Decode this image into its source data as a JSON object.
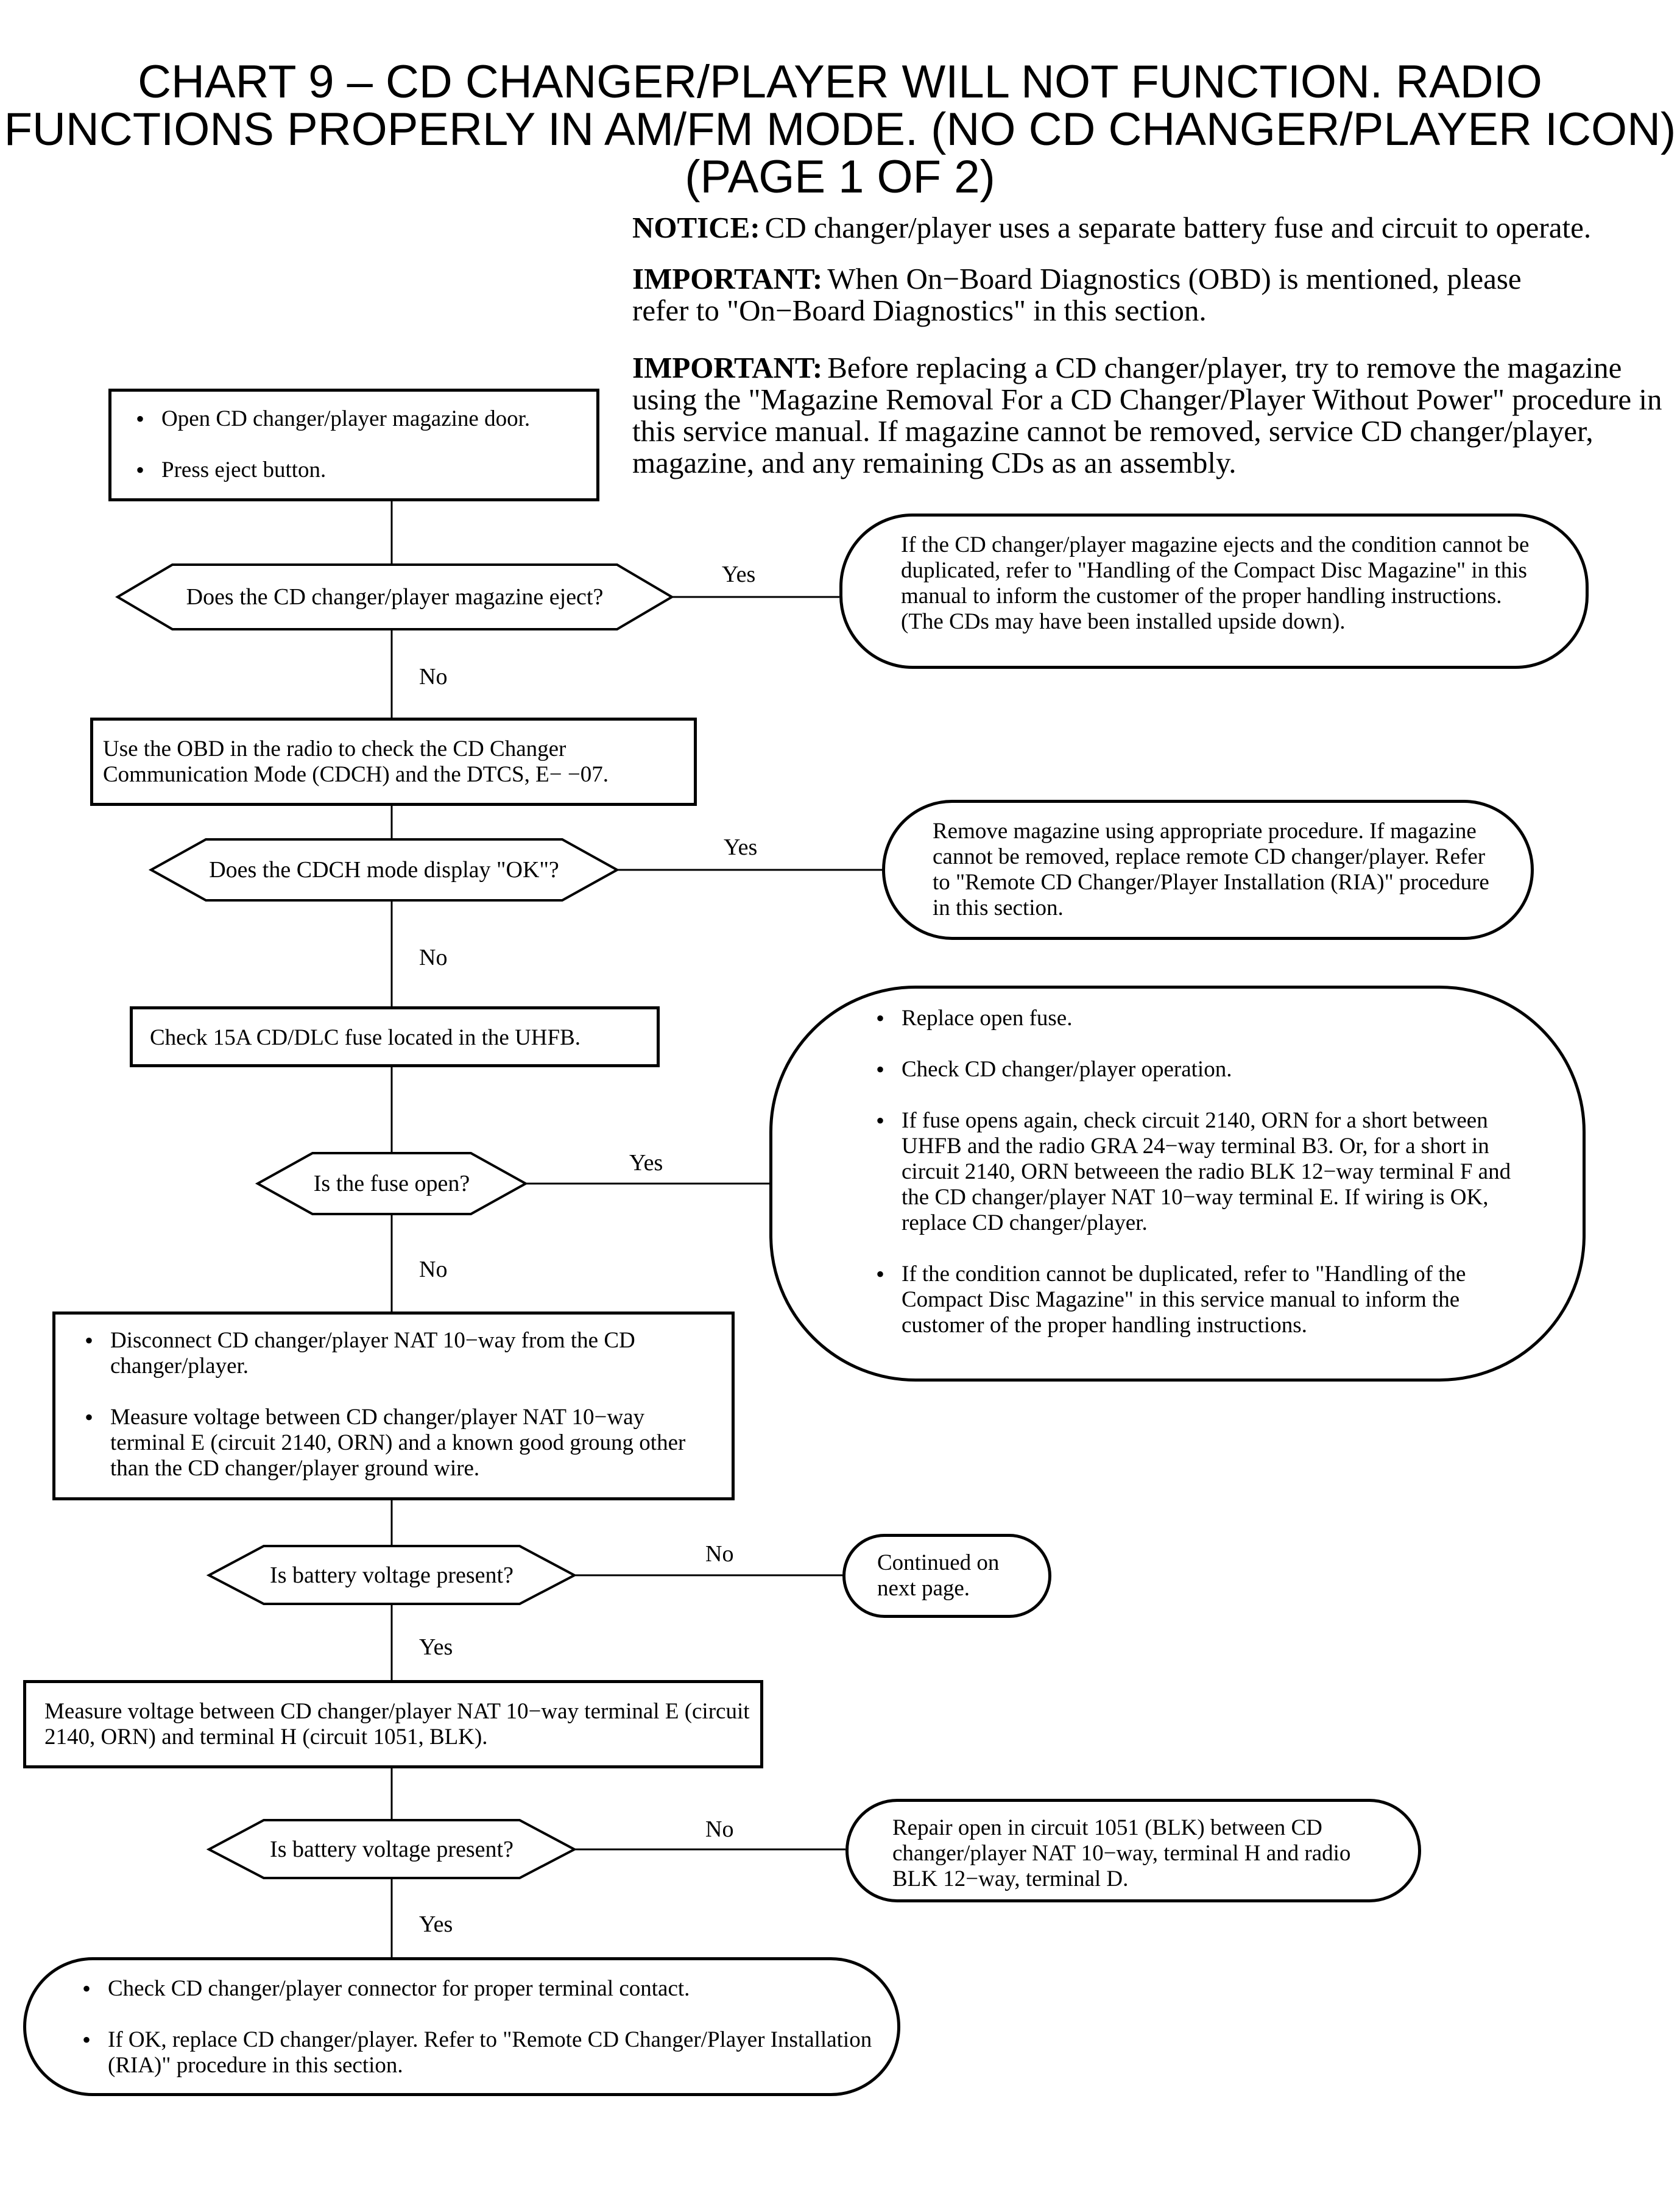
{
  "title": {
    "line1": "CHART 9 – CD CHANGER/PLAYER WILL NOT FUNCTION. RADIO",
    "line2": "FUNCTIONS PROPERLY IN AM/FM MODE. (NO CD CHANGER/PLAYER ICON)",
    "line3": "(PAGE 1 OF 2)"
  },
  "notices": [
    {
      "label": "NOTICE:",
      "text": "CD changer/player uses a separate battery fuse and circuit to operate."
    },
    {
      "label": "IMPORTANT:",
      "text": "When On−Board Diagnostics (OBD) is mentioned, please refer to \"On−Board Diagnostics\" in this section."
    },
    {
      "label": "IMPORTANT:",
      "text": "Before replacing a CD changer/player, try to remove the magazine using the \"Magazine Removal For a CD Changer/Player Without Power\" procedure in this service manual. If magazine cannot be removed, service CD changer/player, magazine, and any remaining CDs as an assembly."
    }
  ],
  "steps": {
    "s1": {
      "bullets": [
        "Open CD changer/player magazine door.",
        "Press eject button."
      ]
    },
    "q1": {
      "text": "Does the CD changer/player magazine eject?"
    },
    "r1": {
      "text": "If the CD changer/player magazine ejects and the condition cannot be duplicated, refer to \"Handling of the Compact Disc Magazine\" in this manual to inform the customer of the proper handling instructions. (The CDs may have been installed upside down)."
    },
    "s2": {
      "text": "Use the OBD in the radio to check the CD Changer Communication Mode (CDCH) and the DTCS, E− −07."
    },
    "q2": {
      "text": "Does the CDCH mode display \"OK\"?"
    },
    "r2": {
      "text": "Remove magazine using appropriate procedure. If magazine cannot be removed, replace remote CD changer/player. Refer to \"Remote CD Changer/Player Installation (RIA)\" procedure in this section."
    },
    "s3": {
      "text": "Check 15A CD/DLC fuse located in the UHFB."
    },
    "q3": {
      "text": "Is the fuse open?"
    },
    "r3": {
      "bullets": [
        "Replace open fuse.",
        "Check CD changer/player operation.",
        "If fuse opens again, check circuit 2140, ORN for a short between UHFB and the radio GRA 24−way terminal B3. Or, for a short in circuit 2140, ORN betweeen the radio BLK 12−way terminal F and the CD changer/player NAT 10−way terminal E. If wiring is OK, replace CD changer/player.",
        "If the condition cannot be duplicated, refer to \"Handling of the Compact Disc Magazine\" in this service manual to inform the customer of the proper handling instructions."
      ]
    },
    "s4": {
      "bullets": [
        "Disconnect CD changer/player NAT 10−way from the CD changer/player.",
        "Measure voltage between CD changer/player NAT 10−way terminal E (circuit 2140, ORN) and a known good groung other than the CD changer/player ground wire."
      ]
    },
    "q4": {
      "text": "Is battery voltage present?"
    },
    "r4": {
      "text": "Continued on next page."
    },
    "s5": {
      "text": "Measure voltage between CD changer/player NAT 10−way terminal E (circuit 2140, ORN) and terminal H (circuit 1051, BLK)."
    },
    "q5": {
      "text": "Is battery voltage present?"
    },
    "r5": {
      "text": "Repair open in circuit 1051 (BLK) between CD changer/player NAT 10−way, terminal H and radio BLK 12−way, terminal D."
    },
    "s6": {
      "bullets": [
        "Check CD changer/player connector for proper terminal contact.",
        "If OK, replace CD changer/player. Refer to \"Remote CD Changer/Player Installation (RIA)\" procedure in this section."
      ]
    }
  },
  "labels": {
    "yes": "Yes",
    "no": "No"
  }
}
